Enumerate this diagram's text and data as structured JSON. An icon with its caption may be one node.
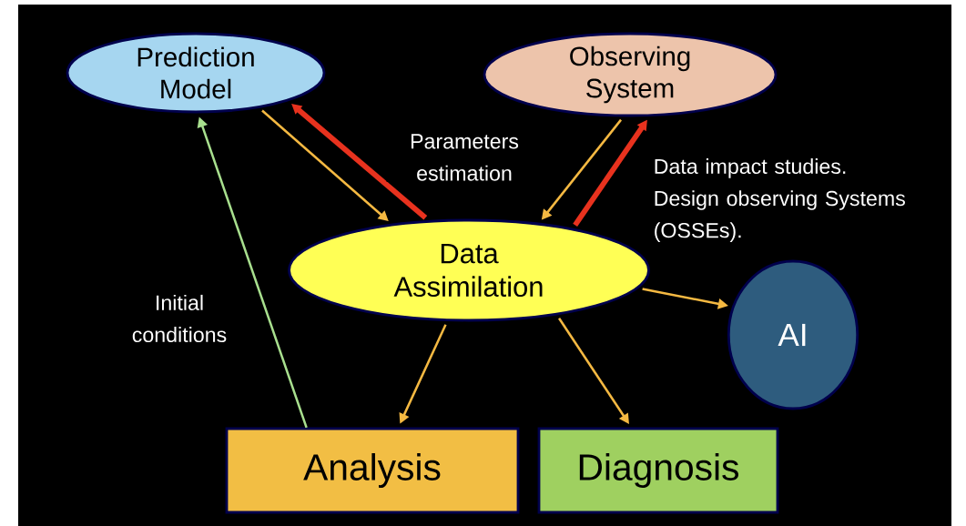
{
  "diagram": {
    "nodes": [
      {
        "text": [
          "Prediction Model"
        ]
      },
      {
        "text": [
          "Observing System"
        ]
      },
      {
        "text": [
          "Data Assimilation"
        ]
      },
      {
        "text": [
          "AI"
        ]
      },
      {
        "text": [
          "Analysis"
        ]
      },
      {
        "text": [
          "Diagnosis"
        ]
      }
    ],
    "edges": [
      {
        "from": 0,
        "to": 2,
        "arrow": "to"
      },
      {
        "from": 2,
        "to": 0,
        "arrow": "to",
        "label": "Parameters estimation",
        "style": "thick",
        "color": "#e8321e"
      },
      {
        "from": 1,
        "to": 2,
        "arrow": "to"
      },
      {
        "from": 2,
        "to": 1,
        "arrow": "to",
        "label": "Data impact studies. Design observing Systems (OSSEs).",
        "style": "thick",
        "color": "#e8321e"
      },
      {
        "from": 2,
        "to": 3,
        "arrow": "to"
      },
      {
        "from": 2,
        "to": 4,
        "arrow": "to"
      },
      {
        "from": 2,
        "to": 5,
        "arrow": "to"
      },
      {
        "from": 4,
        "to": 0,
        "arrow": "to",
        "label": "Initial conditions",
        "color": "#a8df8e"
      }
    ]
  }
}
